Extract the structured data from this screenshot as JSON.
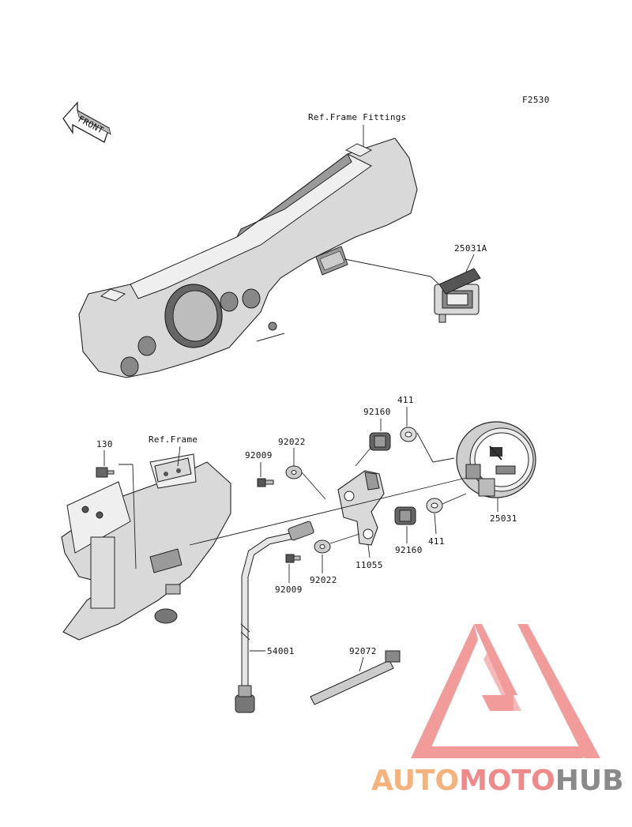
{
  "figure_id": "F2530",
  "front_arrow": "FRONT",
  "references": {
    "frame_fittings": "Ref.Frame Fittings",
    "frame": "Ref.Frame"
  },
  "parts": {
    "p25031A": "25031A",
    "p25031": "25031",
    "p92160_top": "92160",
    "p411_top": "411",
    "p92022_top": "92022",
    "p92009_top": "92009",
    "p130": "130",
    "p92160_bot": "92160",
    "p411_bot": "411",
    "p11055": "11055",
    "p92022_bot": "92022",
    "p92009_bot": "92009",
    "p54001": "54001",
    "p92072": "92072"
  },
  "watermark": {
    "part1": "AUTO",
    "part2": "MOTO",
    "part3": "HUB",
    "colors": {
      "auto": "#f5b27a",
      "moto": "#f08a8a",
      "hub": "#8a8a8a",
      "logo": "#f08a8a"
    }
  }
}
